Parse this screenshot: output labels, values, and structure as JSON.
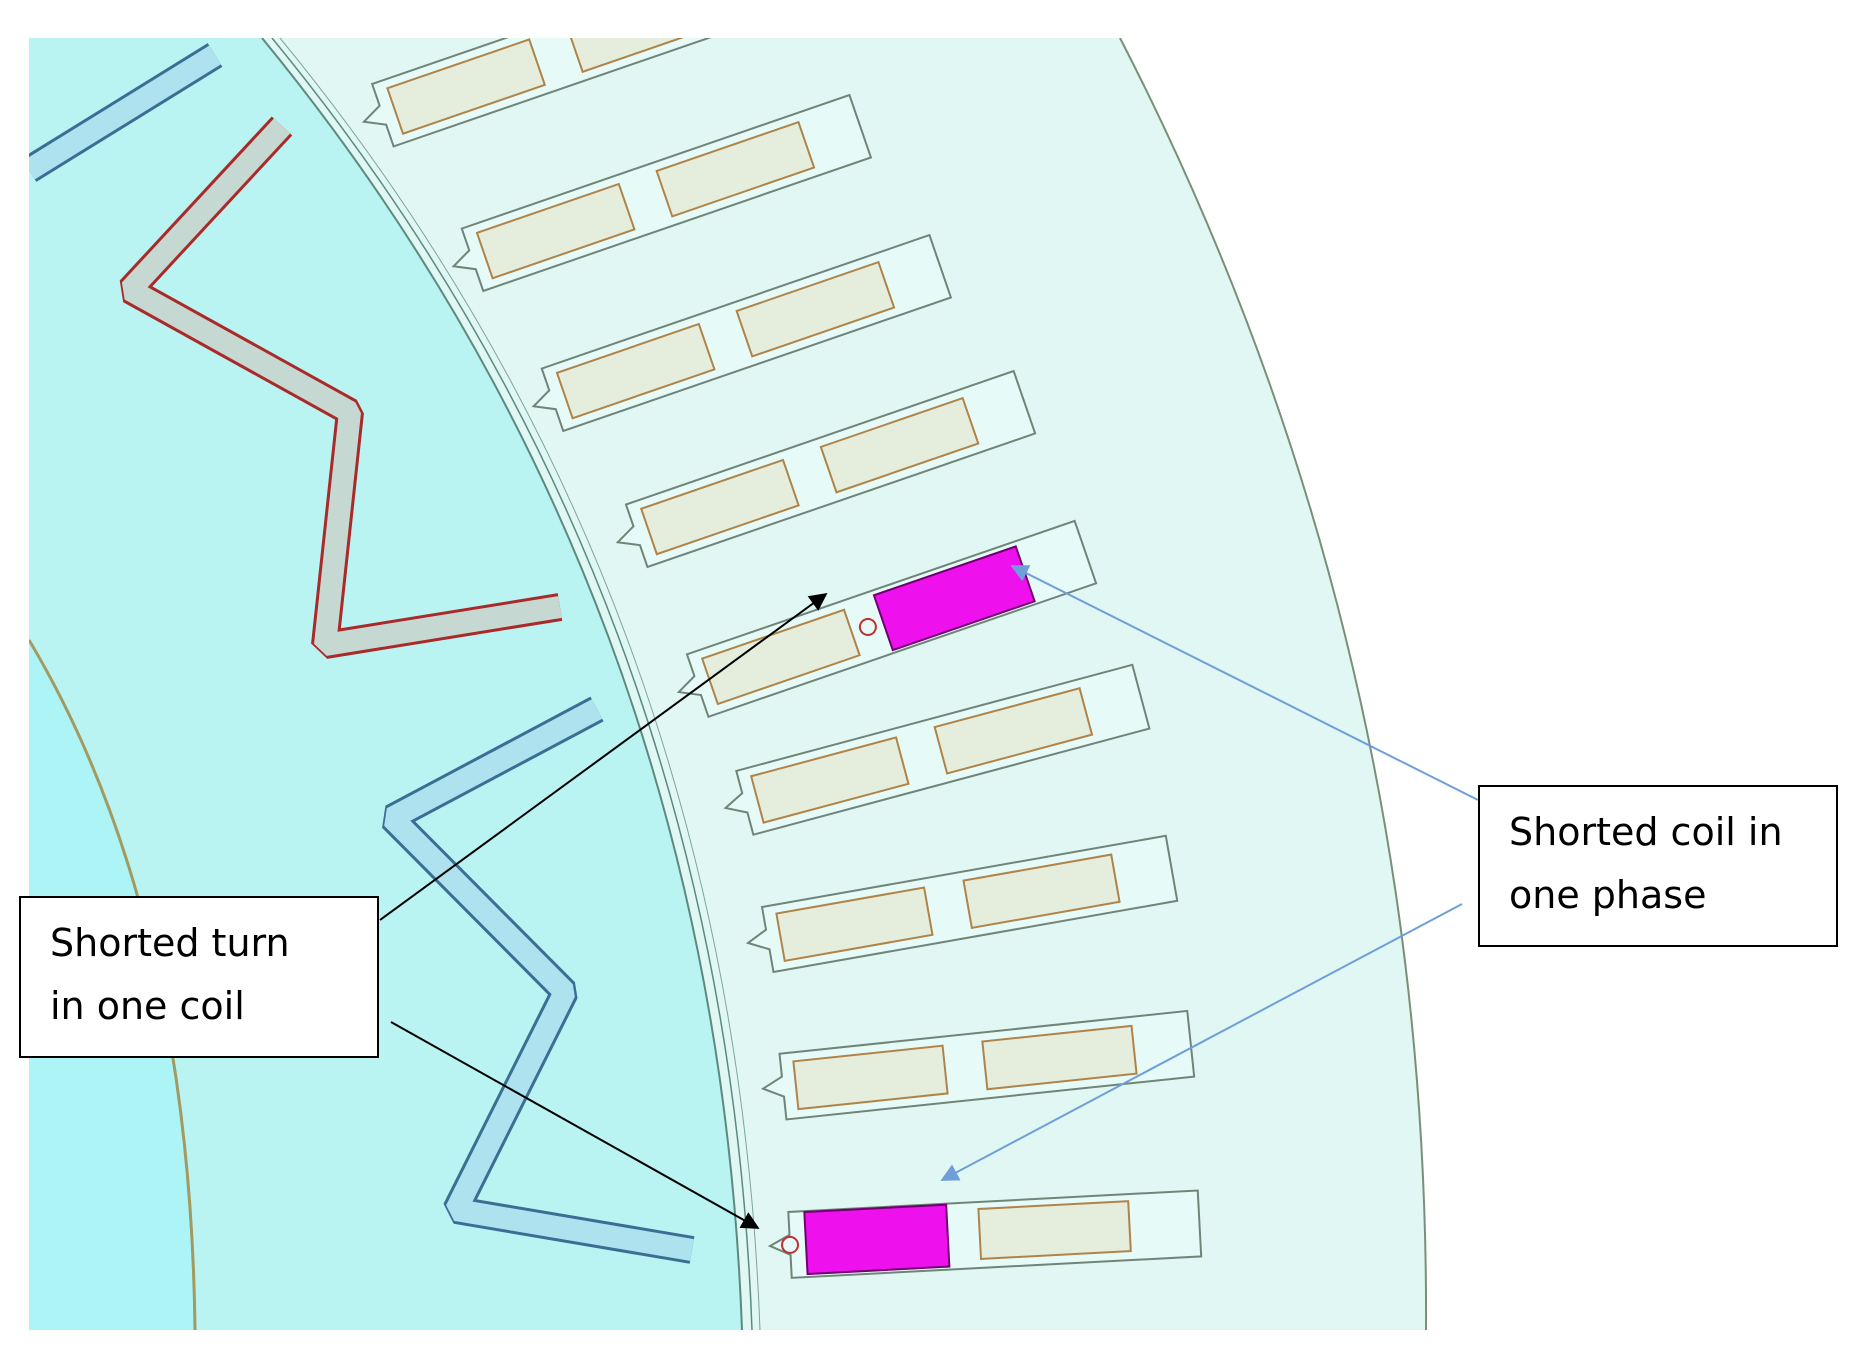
{
  "callouts": {
    "shorted_turn": {
      "line1": "Shorted turn",
      "line2": "in one coil"
    },
    "shorted_coil": {
      "line1": "Shorted coil in",
      "line2": "one phase"
    }
  },
  "colors": {
    "stator_fill": "#e0f7f3",
    "airgap_fill": "#b9f3f2",
    "rotor_fill": "#b0f4f4",
    "shorted_coil": "#ee11ee",
    "normal_coil_fill": "#e5eddc",
    "normal_coil_outline": "#b08448",
    "red_winding": "#aa2a2a",
    "blue_winding": "#3a6e94",
    "blue_arrow": "#6f9fd8",
    "black_arrow": "#000000"
  }
}
